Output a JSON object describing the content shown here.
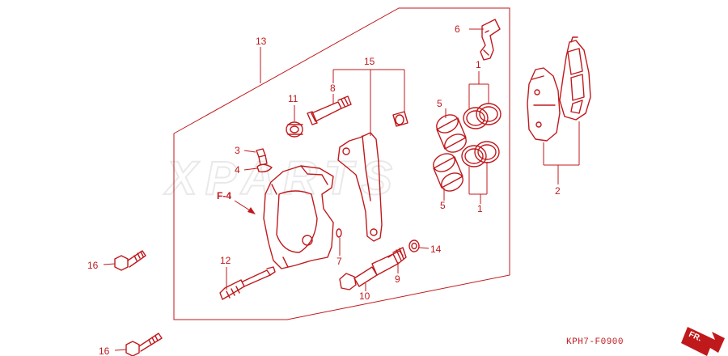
{
  "watermark": "XPARTS",
  "diagram_code": "KPH7-F0900",
  "section_ref": "F-4",
  "direction_label": "FR.",
  "callouts": [
    {
      "id": "c1a",
      "label": "1"
    },
    {
      "id": "c1b",
      "label": "1"
    },
    {
      "id": "c2",
      "label": "2"
    },
    {
      "id": "c3",
      "label": "3"
    },
    {
      "id": "c4",
      "label": "4"
    },
    {
      "id": "c5a",
      "label": "5"
    },
    {
      "id": "c5b",
      "label": "5"
    },
    {
      "id": "c6",
      "label": "6"
    },
    {
      "id": "c7",
      "label": "7"
    },
    {
      "id": "c8",
      "label": "8"
    },
    {
      "id": "c9",
      "label": "9"
    },
    {
      "id": "c10",
      "label": "10"
    },
    {
      "id": "c11",
      "label": "11"
    },
    {
      "id": "c12",
      "label": "12"
    },
    {
      "id": "c13",
      "label": "13"
    },
    {
      "id": "c14",
      "label": "14"
    },
    {
      "id": "c15",
      "label": "15"
    },
    {
      "id": "c16a",
      "label": "16"
    },
    {
      "id": "c16b",
      "label": "16"
    }
  ],
  "colors": {
    "line": "#c0191c",
    "watermark": "#e9e9e9",
    "background": "#ffffff"
  }
}
